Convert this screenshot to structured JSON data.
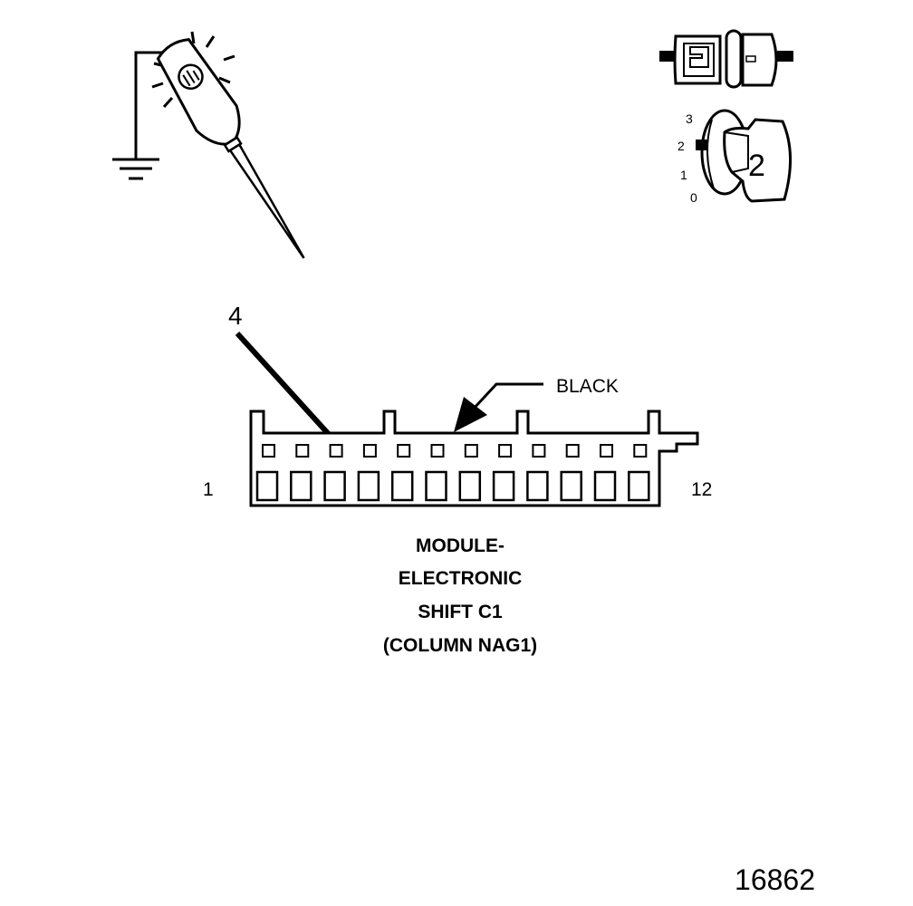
{
  "probe": {
    "icon": "test-light-probe-icon",
    "ground_icon": "ground-symbol-icon"
  },
  "connector_icon": "connector-disconnect-icon",
  "ignition": {
    "icon": "ignition-key-icon",
    "positions": [
      "3",
      "2",
      "1",
      "0"
    ],
    "key_number": "2"
  },
  "callout_pin": "4",
  "color_label": "BLACK",
  "connector": {
    "cavity_count": 12,
    "start_label": "1",
    "end_label": "12",
    "highlighted_cavity": 4
  },
  "title_lines": [
    "MODULE-",
    "ELECTRONIC",
    "SHIFT C1",
    "(COLUMN NAG1)"
  ],
  "figure_number": "16862"
}
